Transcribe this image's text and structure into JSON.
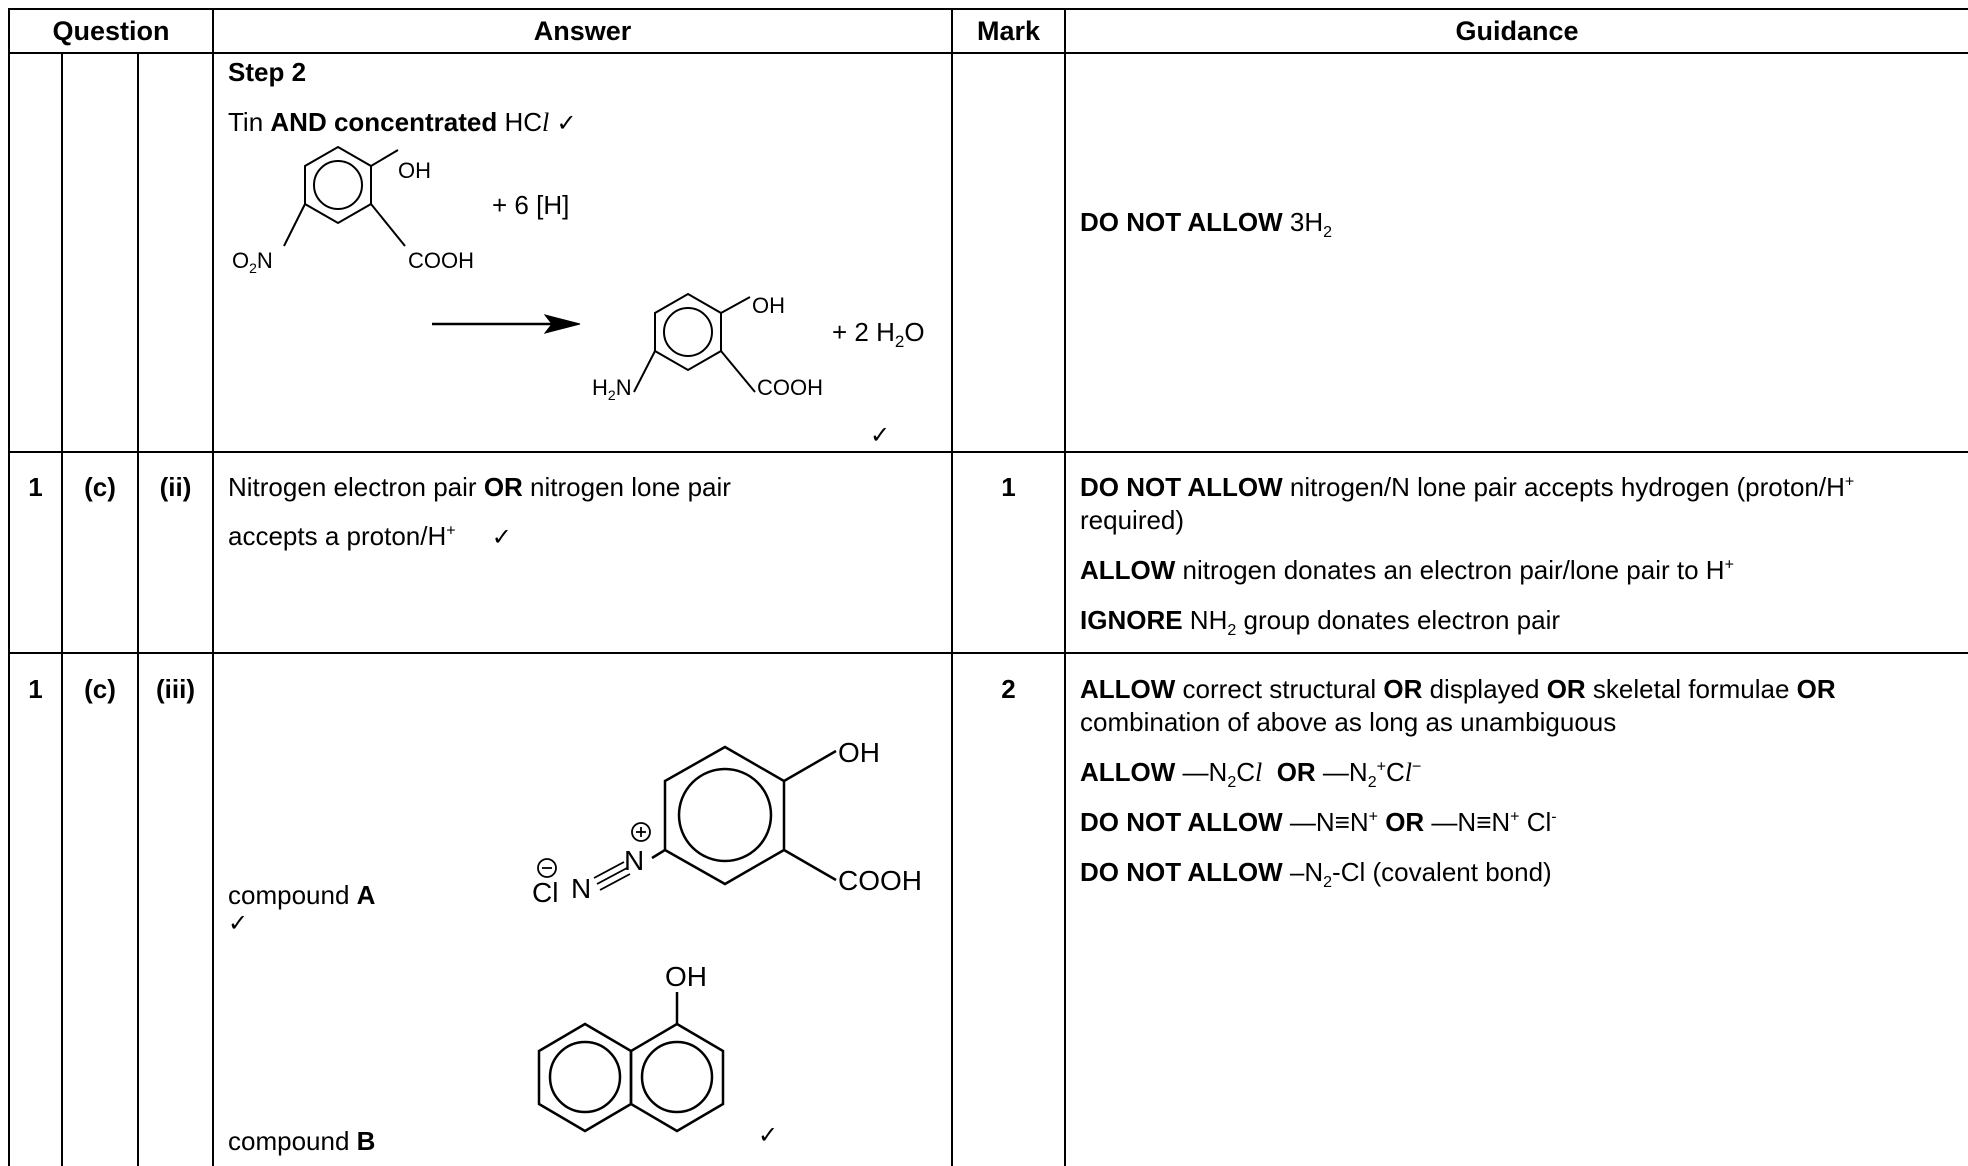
{
  "header": {
    "question": "Question",
    "answer": "Answer",
    "mark": "Mark",
    "guidance": "Guidance"
  },
  "row1": {
    "step_label": "Step 2",
    "tin_prefix": "Tin ",
    "tin_bold": "AND concentrated",
    "tin_formula": " HC",
    "tin_l": "l",
    "reactant_sub_oh": "OH",
    "reactant_sub_no2": "O",
    "reactant_sub_no2_b": "2",
    "reactant_sub_no2_c": "N",
    "reactant_sub_cooh": "COOH",
    "plus_h": "+ 6 [H]",
    "product_sub_oh": "OH",
    "product_sub_nh2_a": "H",
    "product_sub_nh2_b": "2",
    "product_sub_nh2_c": "N",
    "product_sub_cooh": "COOH",
    "plus_water_a": "+ 2 H",
    "plus_water_b": "2",
    "plus_water_c": "O",
    "tick": "✓",
    "guidance_bold": "DO NOT ALLOW",
    "guidance_text": " 3H",
    "guidance_sub": "2"
  },
  "row2": {
    "q_num": "1",
    "q_part": "(c)",
    "q_sub": "(ii)",
    "answer_line1_a": "Nitrogen electron pair ",
    "answer_line1_b": "OR",
    "answer_line1_c": " nitrogen lone pair",
    "answer_line2_a": "accepts a proton/H",
    "answer_line2_sup": "+",
    "tick": "✓",
    "mark": "1",
    "g1_bold": "DO NOT ALLOW",
    "g1_text": " nitrogen/N lone pair accepts hydrogen (proton/H",
    "g1_sup": "+",
    "g1_line2": "required)",
    "g2_bold": "ALLOW",
    "g2_text": " nitrogen donates an electron pair/lone pair to H",
    "g2_sup": "+",
    "g3_bold": "IGNORE",
    "g3_text_a": " NH",
    "g3_sub": "2",
    "g3_text_b": " group donates electron pair"
  },
  "row3": {
    "q_num": "1",
    "q_part": "(c)",
    "q_sub": "(iii)",
    "mark": "2",
    "compound_a_text": "compound ",
    "compound_a_bold": "A",
    "compound_b_text": "compound ",
    "compound_b_bold": "B",
    "tick": "✓",
    "a_oh": "OH",
    "a_cooh": "COOH",
    "a_cl": "Cl",
    "a_n1": "N",
    "a_n2": "N",
    "b_oh": "OH",
    "g1_bold1": "ALLOW",
    "g1_t1": " correct structural ",
    "g1_bold2": "OR",
    "g1_t2": " displayed ",
    "g1_bold3": "OR",
    "g1_t3": " skeletal formulae ",
    "g1_bold4": "OR",
    "g1_line2": "combination of above as long as unambiguous",
    "g2_bold": "ALLOW",
    "g2_t1": " —N",
    "g2_sub": "2",
    "g2_t2": "C",
    "g2_l": "l",
    "g2_or": "OR",
    "g2_t3": " —N",
    "g2_sub2": "2",
    "g2_sup": "+",
    "g2_t4": "C",
    "g2_l2": "l",
    "g2_sup2": "−",
    "g3_bold": "DO NOT ALLOW",
    "g3_t1": " —N≡N",
    "g3_sup": "+",
    "g3_or": "OR",
    "g3_t2": " —N≡N",
    "g3_sup2": "+",
    "g3_t3": " Cl",
    "g3_sup3": "-",
    "g4_bold": "DO NOT ALLOW",
    "g4_t1": " –N",
    "g4_sub": "2",
    "g4_t2": "-Cl (covalent bond)"
  }
}
